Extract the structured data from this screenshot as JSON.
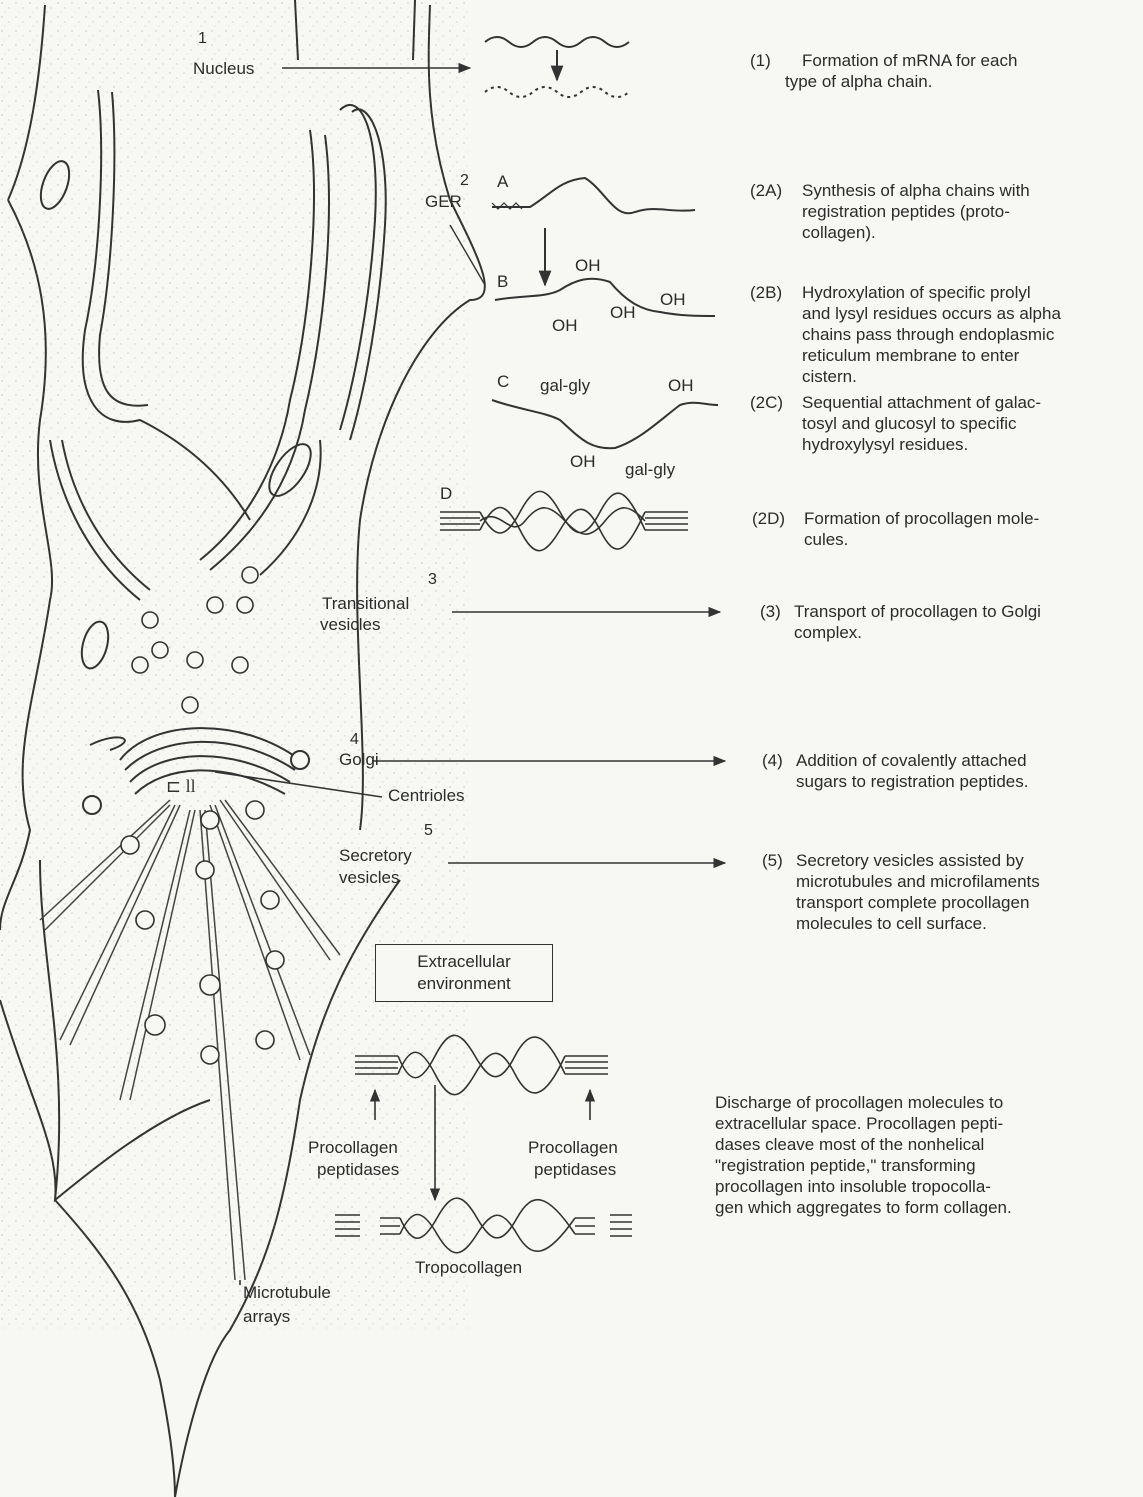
{
  "labels": {
    "n1": "1",
    "nucleus": "Nucleus",
    "n2": "2",
    "ger": "GER",
    "n3": "3",
    "transitional": "Transitional",
    "vesicles_t": "vesicles",
    "n4": "4",
    "golgi": "Golgi",
    "centrioles": "Centrioles",
    "n5": "5",
    "secretory": "Secretory",
    "vesicles_s": "vesicles",
    "microtubule": "Microtubule",
    "arrays": "arrays",
    "procollagen_l": "Procollagen",
    "peptidases_l": "peptidases",
    "procollagen_r": "Procollagen",
    "peptidases_r": "peptidases",
    "tropocollagen": "Tropocollagen",
    "extracellular_1": "Extracellular",
    "extracellular_2": "environment"
  },
  "sublabels": {
    "a": "A",
    "b": "B",
    "c": "C",
    "d": "D"
  },
  "chem": {
    "oh_b1": "OH",
    "oh_b2": "OH",
    "oh_b3": "OH",
    "oh_b4": "OH",
    "galgly_c1": "gal-gly",
    "oh_c1": "OH",
    "oh_c2": "OH",
    "galgly_c2": "gal-gly"
  },
  "steps": [
    {
      "code": "(1)",
      "first": "Formation of mRNA for each",
      "rest": "type of alpha chain."
    },
    {
      "code": "(2A)",
      "first": "Synthesis of alpha chains with",
      "rest": "registration peptides (proto-\ncollagen)."
    },
    {
      "code": "(2B)",
      "first": "Hydroxylation of specific prolyl",
      "rest": "and lysyl residues occurs as alpha\nchains pass through endoplasmic\nreticulum membrane to enter\ncistern."
    },
    {
      "code": "(2C)",
      "first": "Sequential attachment of galac-",
      "rest": "tosyl and glucosyl to specific\nhydroxylysyl residues."
    },
    {
      "code": "(2D)",
      "first": "Formation of procollagen mole-",
      "rest": "cules."
    },
    {
      "code": "(3)",
      "first": "Transport of procollagen to Golgi",
      "rest": "complex."
    },
    {
      "code": "(4)",
      "first": "Addition of covalently attached",
      "rest": "sugars to registration peptides."
    },
    {
      "code": "(5)",
      "first": "Secretory vesicles assisted by",
      "rest": "microtubules and microfilaments\ntransport complete procollagen\nmolecules to cell surface."
    }
  ],
  "discharge": "Discharge of procollagen molecules to\nextracellular space. Procollagen pepti-\ndases cleave most of the nonhelical\n\"registration peptide,\" transforming\nprocollagen into insoluble tropocolla-\ngen which aggregates to form collagen."
}
